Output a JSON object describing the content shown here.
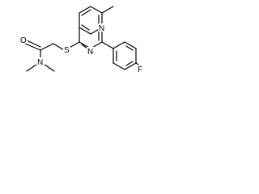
{
  "diagram": {
    "type": "chemical-structure",
    "atoms": {
      "O": "O",
      "N_amide": "N",
      "S": "S",
      "N1": "N",
      "N3": "N",
      "F": "F"
    }
  }
}
